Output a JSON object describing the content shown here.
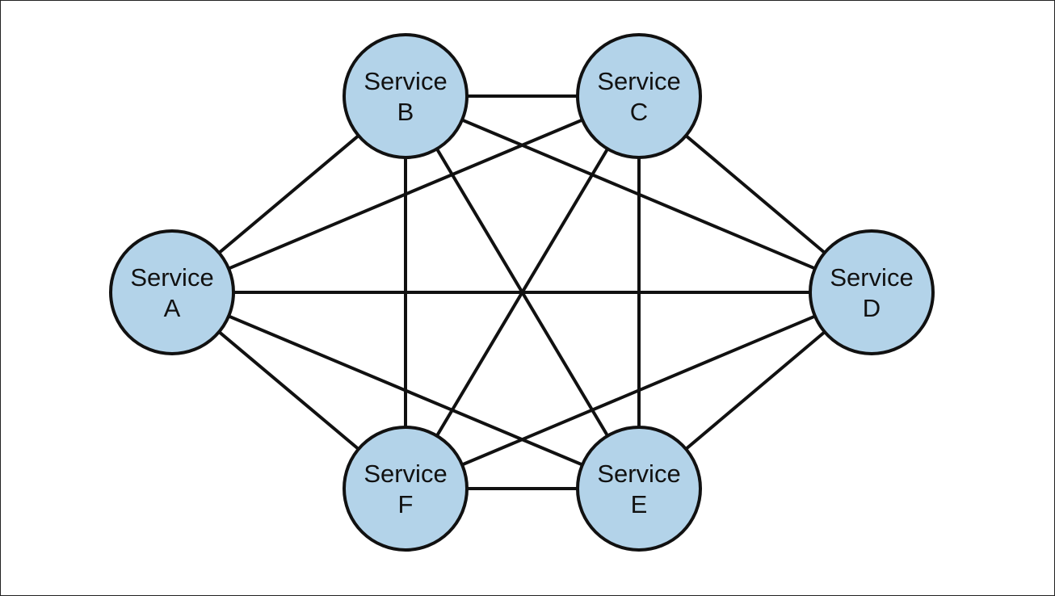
{
  "diagram": {
    "nodes": [
      {
        "id": "B",
        "line1": "Service",
        "line2": "B"
      },
      {
        "id": "C",
        "line1": "Service",
        "line2": "C"
      },
      {
        "id": "A",
        "line1": "Service",
        "line2": "A"
      },
      {
        "id": "D",
        "line1": "Service",
        "line2": "D"
      },
      {
        "id": "F",
        "line1": "Service",
        "line2": "F"
      },
      {
        "id": "E",
        "line1": "Service",
        "line2": "E"
      }
    ],
    "edges": [
      [
        "A",
        "B"
      ],
      [
        "A",
        "C"
      ],
      [
        "A",
        "D"
      ],
      [
        "A",
        "E"
      ],
      [
        "A",
        "F"
      ],
      [
        "B",
        "C"
      ],
      [
        "B",
        "D"
      ],
      [
        "B",
        "E"
      ],
      [
        "B",
        "F"
      ],
      [
        "C",
        "D"
      ],
      [
        "C",
        "E"
      ],
      [
        "C",
        "F"
      ],
      [
        "D",
        "E"
      ],
      [
        "D",
        "F"
      ],
      [
        "E",
        "F"
      ]
    ],
    "colors": {
      "node_fill": "#b3d3e9",
      "node_stroke": "#111111",
      "edge": "#111111"
    }
  }
}
